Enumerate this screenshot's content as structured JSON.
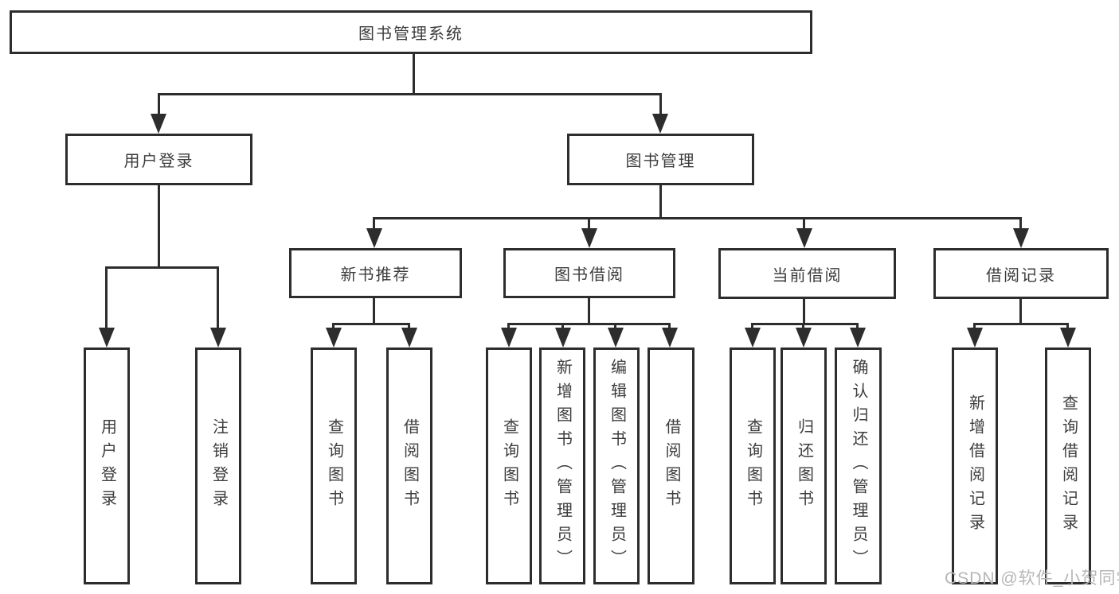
{
  "colors": {
    "line": "#2d2d2d",
    "text": "#3c3c3c",
    "watermark": "#b6b6b6",
    "background": "#ffffff"
  },
  "diagram": {
    "root": {
      "label": "图书管理系统"
    },
    "children": [
      {
        "label": "用户登录",
        "children": [
          {
            "label": "用户登录"
          },
          {
            "label": "注销登录"
          }
        ]
      },
      {
        "label": "图书管理",
        "children": [
          {
            "label": "新书推荐",
            "children": [
              {
                "label": "查询图书"
              },
              {
                "label": "借阅图书"
              }
            ]
          },
          {
            "label": "图书借阅",
            "children": [
              {
                "label": "查询图书"
              },
              {
                "label": "新增图书（管理员）"
              },
              {
                "label": "编辑图书（管理员）"
              },
              {
                "label": "借阅图书"
              }
            ]
          },
          {
            "label": "当前借阅",
            "children": [
              {
                "label": "查询图书"
              },
              {
                "label": "归还图书"
              },
              {
                "label": "确认归还（管理员）"
              }
            ]
          },
          {
            "label": "借阅记录",
            "children": [
              {
                "label": "新增借阅记录"
              },
              {
                "label": "查询借阅记录"
              }
            ]
          }
        ]
      }
    ]
  },
  "watermark": {
    "text": "CSDN @软件_小贺同学"
  }
}
